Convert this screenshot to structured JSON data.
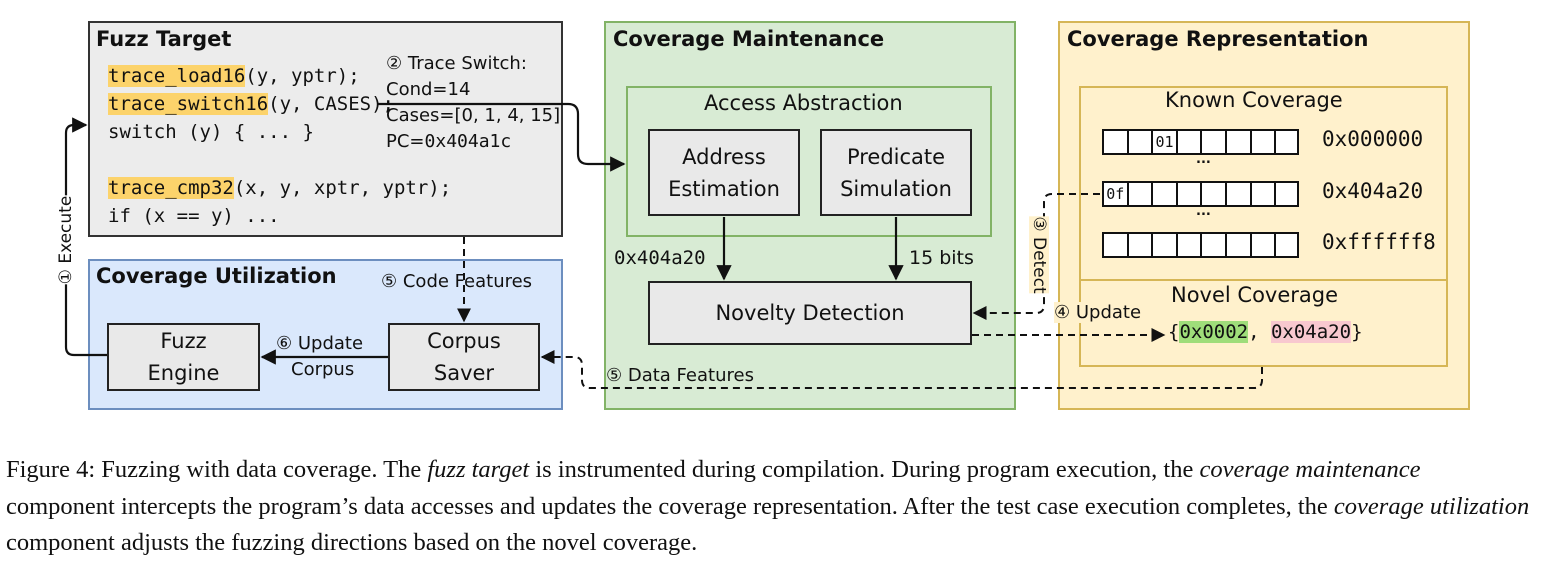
{
  "fuzz_target": {
    "title": "Fuzz Target",
    "l1_fn": "trace_load16",
    "l1_args": "(y, yptr);",
    "l2_fn": "trace_switch16",
    "l2_args": "(y, CASES);",
    "l3": "switch (y) { ... }",
    "l4_fn": "trace_cmp32",
    "l4_args": "(x, y, xptr, yptr);",
    "l5": "if (x == y) ...",
    "trace_title": "② Trace Switch:",
    "trace_cond": "Cond=14",
    "trace_cases": "Cases=[0, 1, 4, 15]",
    "trace_pc_label": "PC=",
    "trace_pc_value": "0x404a1c"
  },
  "coverage_maintenance": {
    "title": "Coverage Maintenance",
    "access_title": "Access Abstraction",
    "address_l1": "Address",
    "address_l2": "Estimation",
    "predicate_l1": "Predicate",
    "predicate_l2": "Simulation",
    "addr_value": "0x404a20",
    "bits_label": "15 bits",
    "novelty": "Novelty Detection"
  },
  "coverage_representation": {
    "title": "Coverage Representation",
    "known_title": "Known Coverage",
    "row1_cell": "01",
    "row1_addr": "0x000000",
    "dots": "...",
    "row2_cell": "0f",
    "row2_addr": "0x404a20",
    "row3_addr": "0xffffff8",
    "novel_title": "Novel Coverage",
    "novel_open": "{",
    "novel_v1": "0x0002",
    "novel_sep": ", ",
    "novel_v2": "0x04a20",
    "novel_close": "}"
  },
  "coverage_utilization": {
    "title": "Coverage Utilization",
    "fuzz_l1": "Fuzz",
    "fuzz_l2": "Engine",
    "corpus_l1": "Corpus",
    "corpus_l2": "Saver",
    "update_l1": "⑥ Update",
    "update_l2": "Corpus"
  },
  "edges": {
    "execute": "① Execute",
    "detect": "③ Detect",
    "update": "④ Update",
    "code_features": "⑤ Code Features",
    "data_features": "⑤ Data Features"
  },
  "caption": {
    "p1": "Figure 4: Fuzzing with data coverage. The ",
    "e1": "fuzz target",
    "p2": " is instrumented during compilation. During program execution, the ",
    "e2": "coverage maintenance",
    "p3": " component intercepts the program’s data accesses and updates the coverage representation. After the test case execution completes, the ",
    "e3": "coverage utilization",
    "p4": " component adjusts the fuzzing directions based on the novel coverage."
  },
  "colors": {
    "fuzz_target_bg": "#ececec",
    "maintenance_bg": "#d8ebd4",
    "maintenance_border": "#82b366",
    "representation_bg": "#fff1cc",
    "representation_border": "#d6b656",
    "utilization_bg": "#dae8fc",
    "utilization_border": "#6c8ebf",
    "code_highlight": "#fcd36b"
  }
}
